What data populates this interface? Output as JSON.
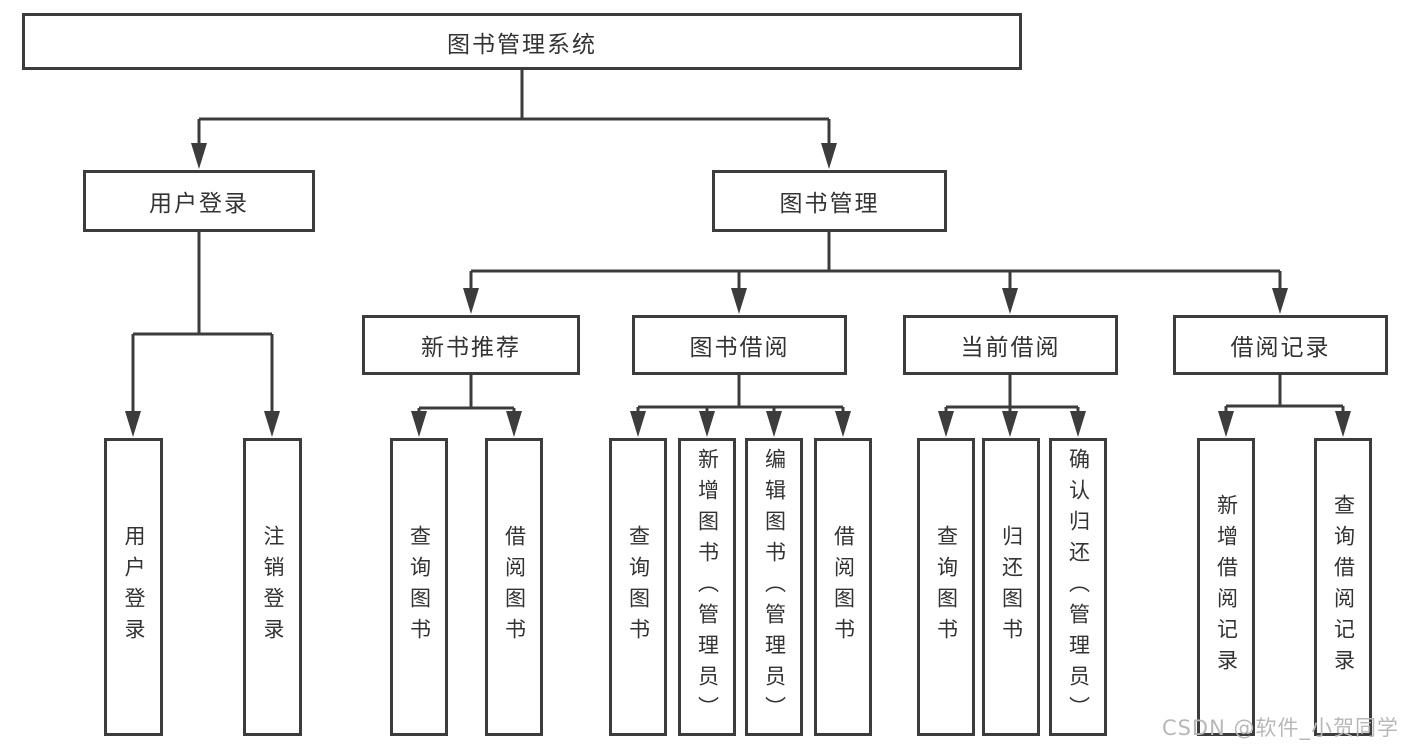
{
  "diagram": {
    "type": "hierarchy-tree",
    "tree": {
      "label": "图书管理系统",
      "children": [
        {
          "label": "用户登录",
          "children": [
            {
              "label": "用户登录"
            },
            {
              "label": "注销登录"
            }
          ]
        },
        {
          "label": "图书管理",
          "children": [
            {
              "label": "新书推荐",
              "children": [
                {
                  "label": "查询图书"
                },
                {
                  "label": "借阅图书"
                }
              ]
            },
            {
              "label": "图书借阅",
              "children": [
                {
                  "label": "查询图书"
                },
                {
                  "label": "新增图书（管理员）"
                },
                {
                  "label": "编辑图书（管理员）"
                },
                {
                  "label": "借阅图书"
                }
              ]
            },
            {
              "label": "当前借阅",
              "children": [
                {
                  "label": "查询图书"
                },
                {
                  "label": "归还图书"
                },
                {
                  "label": "确认归还（管理员）"
                }
              ]
            },
            {
              "label": "借阅记录",
              "children": [
                {
                  "label": "新增借阅记录"
                },
                {
                  "label": "查询借阅记录"
                }
              ]
            }
          ]
        }
      ]
    },
    "watermark": "CSDN @软件_小贺同学",
    "colors": {
      "line": "#3c3c3c",
      "box_border": "#3c3c3c",
      "text": "#333333",
      "background": "#ffffff",
      "watermark": "#b8b8b8"
    }
  }
}
